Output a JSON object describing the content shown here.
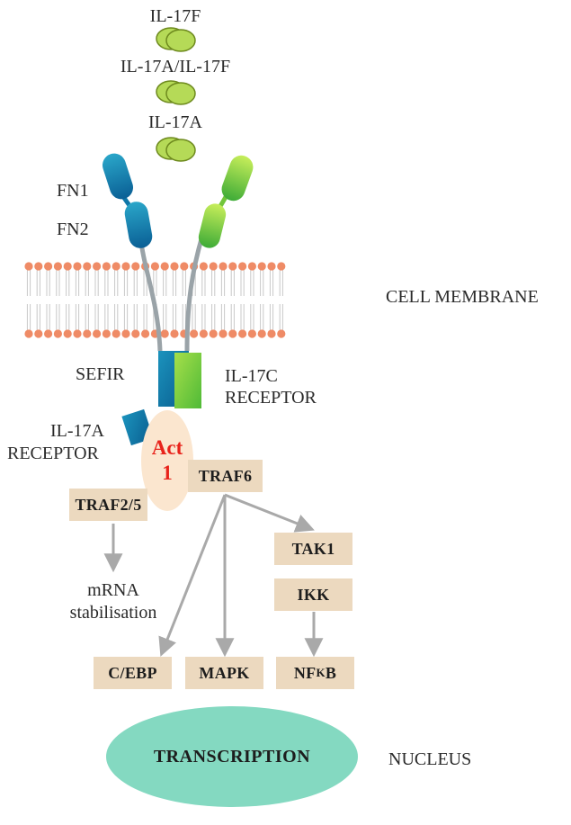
{
  "ligands": {
    "top_label": "IL-17F",
    "middle_label": "IL-17A/IL-17F",
    "bottom_label": "IL-17A"
  },
  "domains": {
    "fn1": "FN1",
    "fn2": "FN2",
    "sefir": "SEFIR"
  },
  "membrane_label": "CELL MEMBRANE",
  "receptors": {
    "il17c_line1": "IL-17C",
    "il17c_line2": "RECEPTOR",
    "il17a_line1": "IL-17A",
    "il17a_line2": "RECEPTOR"
  },
  "adaptor": {
    "line1": "Act",
    "line2": "1"
  },
  "nodes": {
    "traf6": "TRAF6",
    "traf25": "TRAF2/5",
    "tak1": "TAK1",
    "ikk": "IKK",
    "cebp": "C/EBP",
    "mapk": "MAPK",
    "nfkb_main": "NF",
    "nfkb_sub": "K",
    "nfkb_end": "B"
  },
  "outcome": {
    "line1": "mRNA",
    "line2": "stabilisation"
  },
  "transcription_label": "TRANSCRIPTION",
  "nucleus_label": "NUCLEUS",
  "colors": {
    "ligand": "#b5da57",
    "il17a_receptor": "#0f77a8",
    "il17c_receptor": "#72c53b",
    "membrane_head": "#ef8b66",
    "box_fill": "#ecd9bf",
    "act_fill": "#fbe6cf",
    "act_text": "#e8231b",
    "nucleus_fill": "#84d9c1",
    "arrow": "#a9a9a9"
  }
}
